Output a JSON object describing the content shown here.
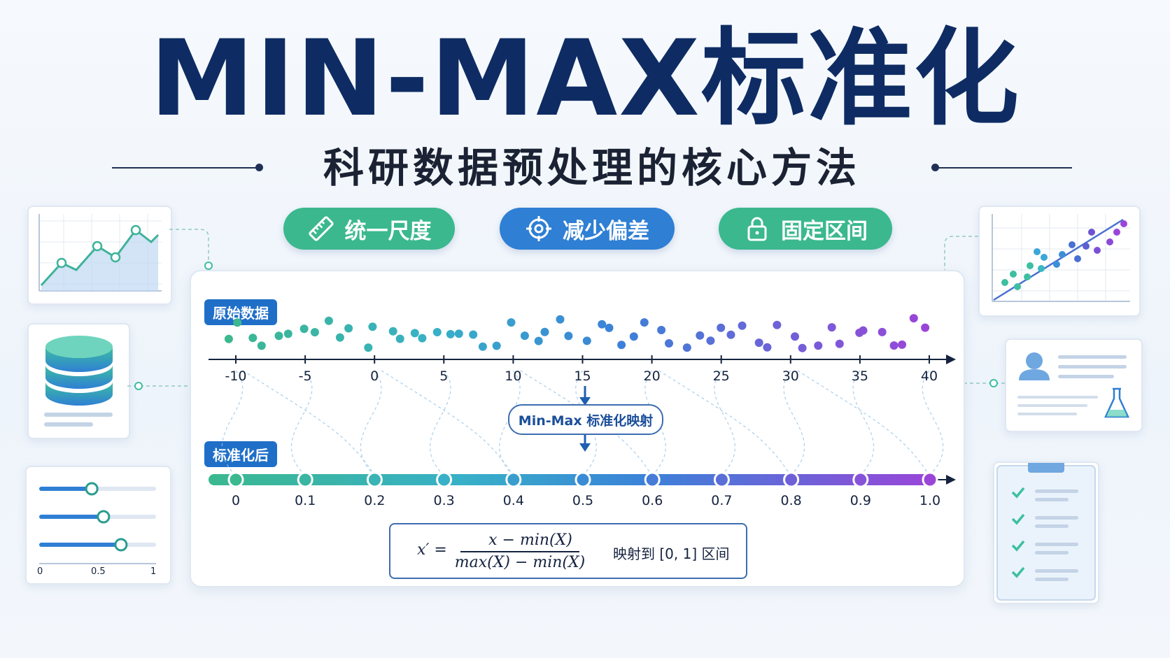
{
  "title": "MIN-MAX标准化",
  "subtitle": "科研数据预处理的核心方法",
  "pills": [
    {
      "label": "统一尺度",
      "icon": "ruler-icon",
      "color": "#3bb88e"
    },
    {
      "label": "减少偏差",
      "icon": "target-icon",
      "color": "#2f7fd4"
    },
    {
      "label": "固定区间",
      "icon": "lock-icon",
      "color": "#3bb88e"
    }
  ],
  "diagram": {
    "raw_tag": "原始数据",
    "scaled_tag": "标准化后",
    "mapping_label": "Min-Max 标准化映射",
    "raw_axis_ticks": [
      "-10",
      "-5",
      "0",
      "5",
      "10",
      "15",
      "20",
      "25",
      "30",
      "35",
      "40"
    ],
    "scaled_axis_ticks": [
      "0",
      "0.1",
      "0.2",
      "0.3",
      "0.4",
      "0.5",
      "0.6",
      "0.7",
      "0.8",
      "0.9",
      "1.0"
    ],
    "formula": {
      "lhs": "x′ =",
      "numerator": "x − min(X)",
      "denominator": "max(X) − min(X)",
      "note": "映射到 [0, 1] 区间"
    }
  },
  "side_cards": {
    "slider_axis": [
      "0",
      "0.5",
      "1"
    ],
    "slider_levels": [
      0.45,
      0.55,
      0.7
    ]
  },
  "colors": {
    "title": "#0e2c63",
    "accent_blue": "#1f6fc8",
    "accent_green": "#3bb88e",
    "accent_purple": "#9b45d8"
  }
}
